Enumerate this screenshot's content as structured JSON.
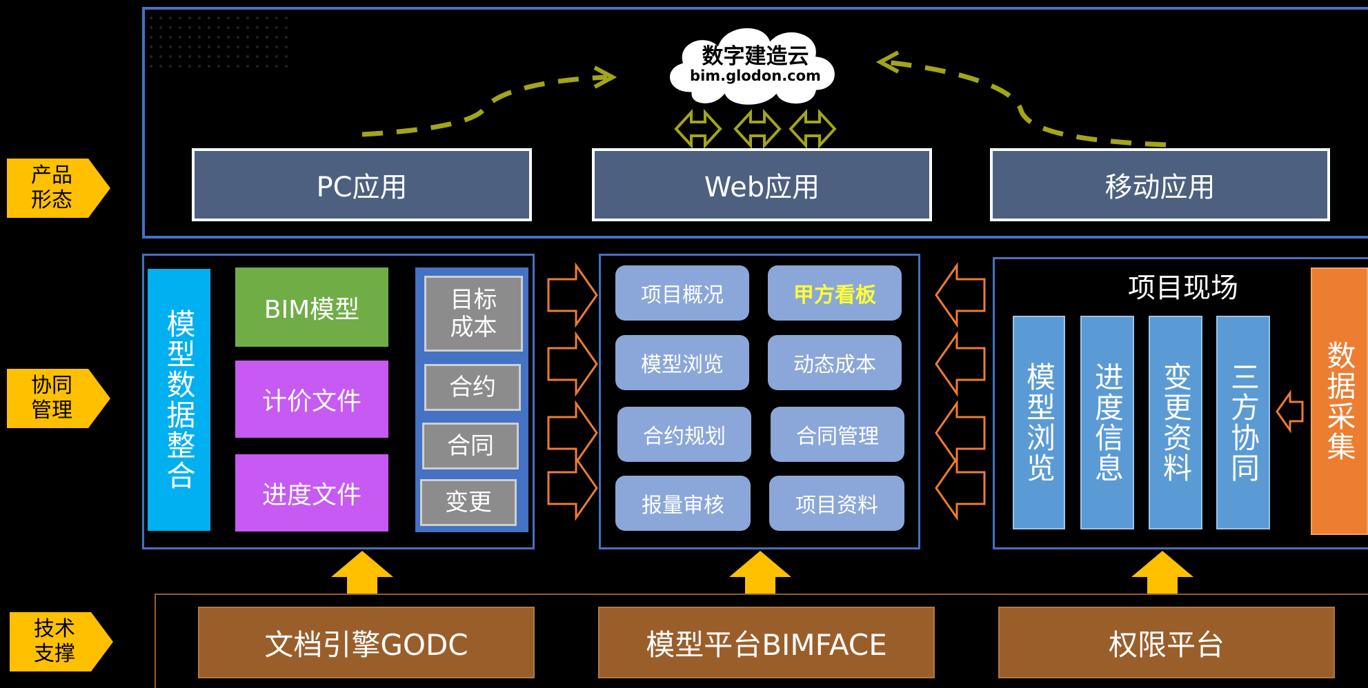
{
  "row_labels": {
    "product": "产品\n形态",
    "collab": "协同\n管理",
    "tech": "技术\n支撑"
  },
  "cloud": {
    "title": "数字建造云",
    "url": "bim.glodon.com"
  },
  "apps": {
    "pc": "PC应用",
    "web": "Web应用",
    "mobile": "移动应用"
  },
  "left_panel": {
    "integration": "模型数据整合",
    "bim_model": "BIM模型",
    "pricing_file": "计价文件",
    "schedule_file": "进度文件",
    "target_cost": "目标\n成本",
    "contract_plan": "合约",
    "contract": "合同",
    "change": "变更"
  },
  "center_panel": {
    "items": [
      "项目概况",
      "甲方看板",
      "模型浏览",
      "动态成本",
      "合约规划",
      "合同管理",
      "报量审核",
      "项目资料"
    ],
    "highlight_color": "#ffff33"
  },
  "right_panel": {
    "title": "项目现场",
    "cols": [
      "模型浏览",
      "进度信息",
      "变更资料",
      "三方协同"
    ],
    "data_collect": "数据采集"
  },
  "tech": {
    "godc": "文档引擎GODC",
    "bimface": "模型平台BIMFACE",
    "auth": "权限平台"
  },
  "colors": {
    "frame_blue": "#4472c4",
    "label_orange": "#ffc000",
    "arrow_orange": "#ed7d31",
    "green": "#70ad47",
    "purple": "#c65af2",
    "cyan": "#00b0f0",
    "brown": "#9a5e2b"
  }
}
